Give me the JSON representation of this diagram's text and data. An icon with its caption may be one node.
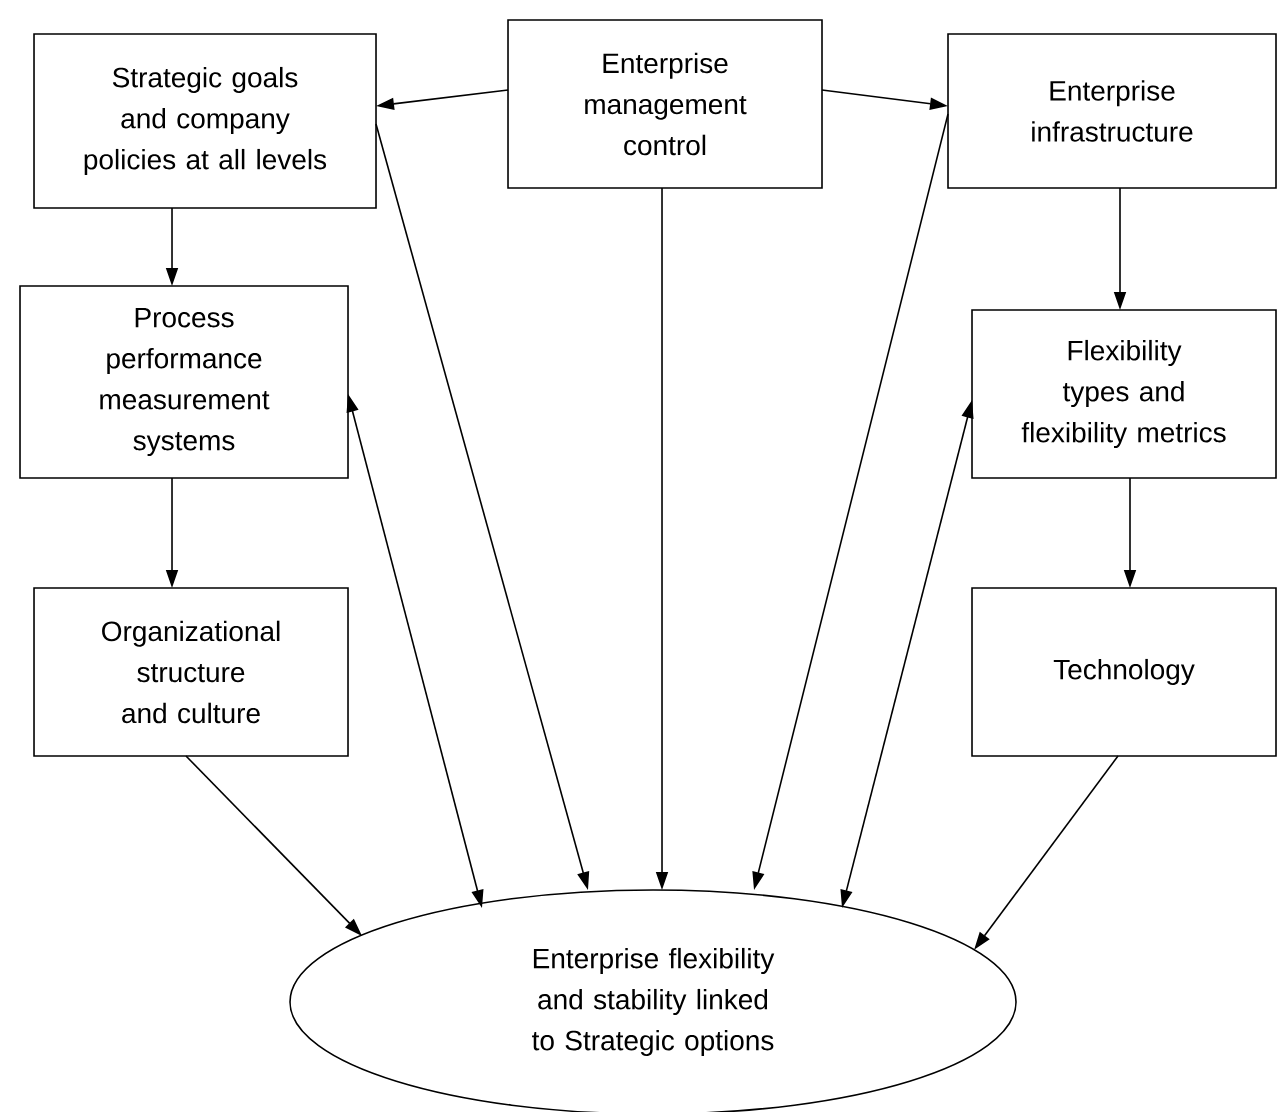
{
  "diagram": {
    "nodes": [
      {
        "text": [
          "Strategic goals and company policies at all levels"
        ]
      },
      {
        "text": [
          "Enterprise management control"
        ]
      },
      {
        "text": [
          "Enterprise infrastructure"
        ]
      },
      {
        "text": [
          "Process performance measurement systems"
        ]
      },
      {
        "text": [
          "Flexibility types and flexibility metrics"
        ]
      },
      {
        "text": [
          "Organizational structure and culture"
        ]
      },
      {
        "text": [
          "Technology"
        ]
      },
      {
        "text": [
          "Enterprise flexibility and stability linked to Strategic options"
        ]
      }
    ],
    "edges": [
      {
        "from": 1,
        "to": 0,
        "arrow": "to"
      },
      {
        "from": 1,
        "to": 2,
        "arrow": "to"
      },
      {
        "from": 0,
        "to": 3,
        "arrow": "to"
      },
      {
        "from": 3,
        "to": 5,
        "arrow": "to"
      },
      {
        "from": 2,
        "to": 4,
        "arrow": "to"
      },
      {
        "from": 4,
        "to": 6,
        "arrow": "to"
      },
      {
        "from": 0,
        "to": 7,
        "arrow": "to"
      },
      {
        "from": 3,
        "to": 7,
        "arrow": "both"
      },
      {
        "from": 5,
        "to": 7,
        "arrow": "to"
      },
      {
        "from": 1,
        "to": 7,
        "arrow": "to"
      },
      {
        "from": 2,
        "to": 7,
        "arrow": "to"
      },
      {
        "from": 4,
        "to": 7,
        "arrow": "both"
      },
      {
        "from": 6,
        "to": 7,
        "arrow": "to"
      }
    ]
  }
}
